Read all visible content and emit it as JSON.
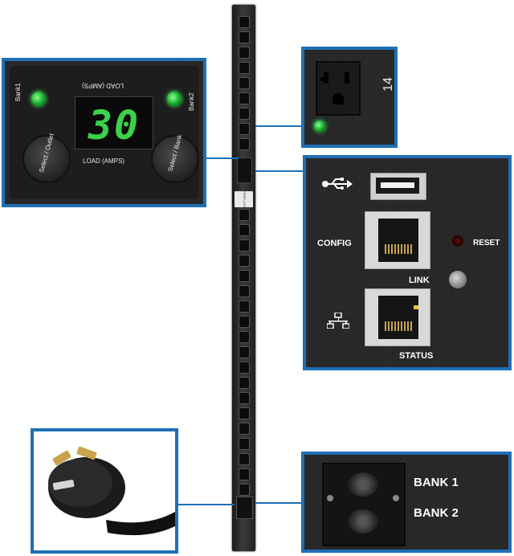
{
  "load_panel": {
    "bank1_label": "Bank1",
    "bank2_label": "Bank2",
    "top_label_flipped": "LOAD (AMPS)",
    "display_value": "30",
    "bottom_label": "LOAD (AMPS)",
    "left_button": "Select / Outlet",
    "right_button": "Select / Bank"
  },
  "outlet_panel": {
    "outlet_number": "14"
  },
  "network_panel": {
    "config_label": "CONFIG",
    "reset_label": "RESET",
    "link_label": "LINK",
    "status_label": "STATUS"
  },
  "bank_panel": {
    "bank1_label": "BANK 1",
    "bank2_label": "BANK 2"
  },
  "strip": {
    "brand_label": "TRIPP-LITE"
  },
  "colors": {
    "callout_border": "#1f6fb5",
    "led_green": "#3bd14a",
    "panel_dark": "#262626"
  }
}
